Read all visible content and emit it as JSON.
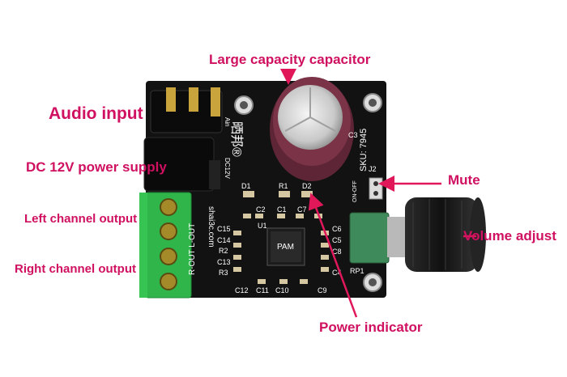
{
  "labels": {
    "large_capacitor": "Large capacity capacitor",
    "audio_input": "Audio input",
    "dc_power": "DC 12V power supply",
    "left_channel": "Left channel output",
    "right_channel": "Right channel output",
    "mute": "Mute",
    "volume_adjust": "Volume adjust",
    "power_indicator": "Power indicator"
  },
  "board_text": {
    "brand_cn": "晒邦®",
    "sku": "SKU: 7945",
    "website": "shai3c.com",
    "ain": "Ain",
    "dc12v": "DC12V",
    "on_off": "ON-OFF",
    "j2": "J2",
    "c3": "C3",
    "d1": "D1",
    "r1": "R1",
    "d2": "D2",
    "c2": "C2",
    "c1": "C1",
    "c7": "C7",
    "u1": "U1",
    "chip": "PAM",
    "rp1": "RP1",
    "c15": "C15",
    "c14": "C14",
    "r2": "R2",
    "c13": "C13",
    "r3": "R3",
    "c12": "C12",
    "c11": "C11",
    "c10": "C10",
    "c9": "C9",
    "c6": "C6",
    "c5": "C5",
    "c8": "C8",
    "c4": "C4",
    "r_out_l_out": "R-OUT L-OUT"
  },
  "colors": {
    "label": "#d01060",
    "arrow": "#e0185a",
    "pcb": "#121212",
    "terminal": "#2fb54a",
    "capacitor": "#6b2a3c",
    "knob": "#1a1a1a"
  }
}
